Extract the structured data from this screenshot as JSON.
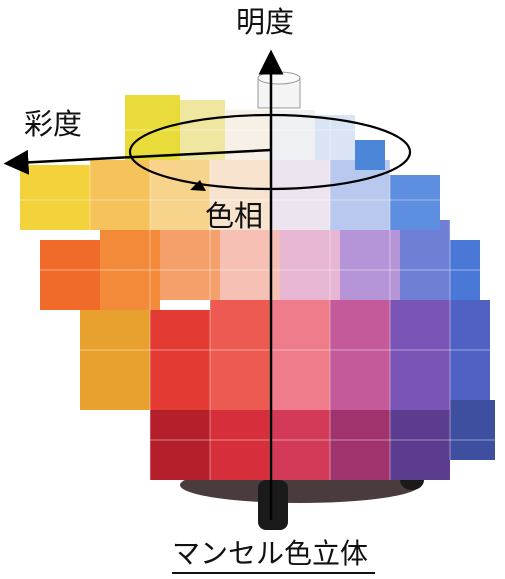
{
  "labels": {
    "value_axis": "明度",
    "chroma_axis": "彩度",
    "hue": "色相",
    "caption": "マンセル色立体"
  },
  "colors": {
    "axis_line": "#000000",
    "text": "#111111",
    "background": "#ffffff",
    "hue_ring_top": [
      "#e8d84a",
      "#f2e890",
      "#f5f0d8",
      "#dfe6f4",
      "#4b86d8"
    ],
    "hue_ring_bottom": [
      "#d5292d",
      "#e5443a",
      "#f07a3c",
      "#f3a63a",
      "#9a3fa0",
      "#5a4bb0",
      "#3e6bd0"
    ]
  },
  "icons": [
    "value-axis-arrow",
    "chroma-axis-arrow",
    "hue-circle-arrow"
  ]
}
